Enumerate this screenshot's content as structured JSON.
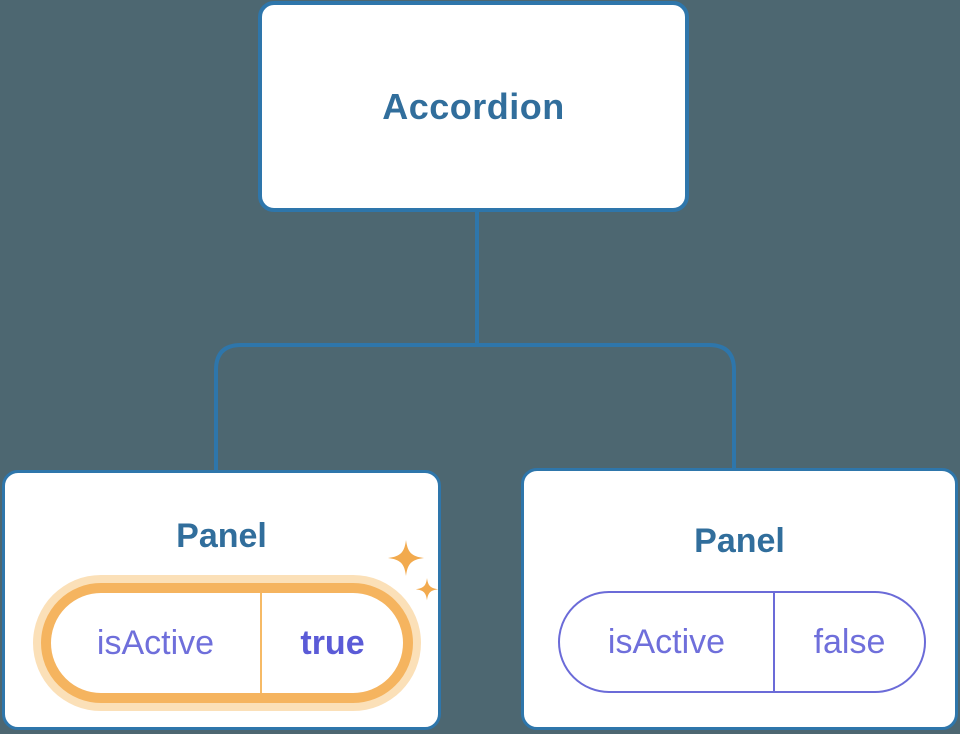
{
  "diagram": {
    "root": {
      "label": "Accordion"
    },
    "panels": [
      {
        "title": "Panel",
        "prop_name": "isActive",
        "prop_value": "true",
        "state": "active",
        "decoration": "sparkles-icon"
      },
      {
        "title": "Panel",
        "prop_name": "isActive",
        "prop_value": "false",
        "state": "inactive",
        "decoration": "none"
      }
    ]
  },
  "colors": {
    "background": "#4d6771",
    "node_fill": "#ffffff",
    "node_border_blue": "#2e76ab",
    "connector_blue": "#2e76ab",
    "title_text_blue": "#316e9c",
    "active_pill_amber": "#f5b45f",
    "active_pill_glow": "#fbe0b8",
    "sparkle_amber": "#f2aa4e",
    "prop_text_purple": "#6f6fdb",
    "prop_value_bold_purple": "#5b5bd7",
    "inactive_pill_border": "#6b6bd8"
  }
}
